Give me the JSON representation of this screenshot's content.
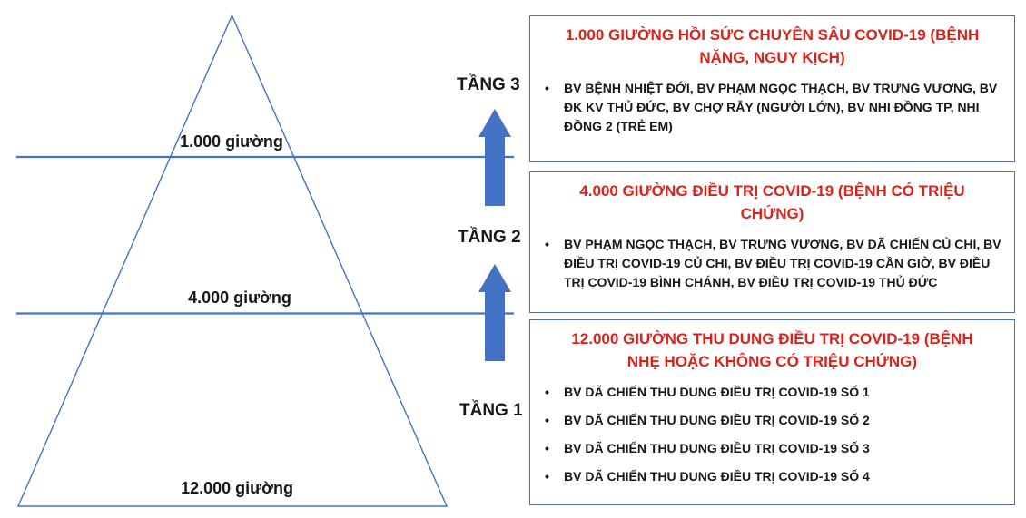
{
  "diagram": {
    "pyramid_levels": [
      {
        "beds_label": "1.000 giường"
      },
      {
        "beds_label": "4.000 giường"
      },
      {
        "beds_label": "12.000 giường"
      }
    ],
    "tier_labels": {
      "tier3": "TẦNG 3",
      "tier2": "TẦNG 2",
      "tier1": "TẦNG 1"
    }
  },
  "boxes": [
    {
      "title": [
        "1.000 GIƯỜNG HỒI SỨC CHUYÊN SÂU COVID-19 (BỆNH",
        "NẶNG, NGUY KỊCH)"
      ],
      "hospitals": [
        "BV BỆNH NHIỆT ĐỚI, BV PHẠM NGỌC THẠCH, BV TRƯNG VƯƠNG, BV ĐK KV THỦ ĐỨC, BV CHỢ RẪY (NGƯỜI LỚN), BV NHI ĐỒNG TP, NHI ĐỒNG 2 (TRẺ EM)"
      ]
    },
    {
      "title": [
        "4.000 GIƯỜNG ĐIỀU TRỊ COVID-19 (BỆNH CÓ TRIỆU",
        "CHỨNG)"
      ],
      "hospitals": [
        "BV PHẠM NGỌC THẠCH, BV TRƯNG VƯƠNG, BV DÃ CHIẾN CỦ CHI, BV ĐIỀU TRỊ COVID-19 CỦ CHI, BV ĐIỀU TRỊ COVID-19 CẦN GIỜ, BV ĐIỀU TRỊ COVID-19 BÌNH CHÁNH, BV ĐIỀU TRỊ COVID-19 THỦ ĐỨC"
      ]
    },
    {
      "title": [
        "12.000 GIƯỜNG THU DUNG ĐIỀU TRỊ COVID-19 (BỆNH",
        "NHẸ HOẶC KHÔNG CÓ TRIỆU CHỨNG)"
      ],
      "hospitals": [
        "BV DÃ CHIẾN THU DUNG ĐIỀU TRỊ COVID-19 SỐ 1",
        "BV DÃ CHIẾN THU DUNG ĐIỀU TRỊ COVID-19 SỐ 2",
        "BV DÃ CHIẾN THU DUNG ĐIỀU TRỊ COVID-19 SỐ 3",
        "BV DÃ CHIẾN THU DUNG ĐIỀU TRỊ COVID-19 SỐ 4"
      ]
    }
  ],
  "colors": {
    "arrow_blue": "#4472C4",
    "pyramid_line_blue": "#4472C4",
    "box_border_blue": "#52719D",
    "title_red": "#DA241B",
    "body_text": "#181818"
  }
}
